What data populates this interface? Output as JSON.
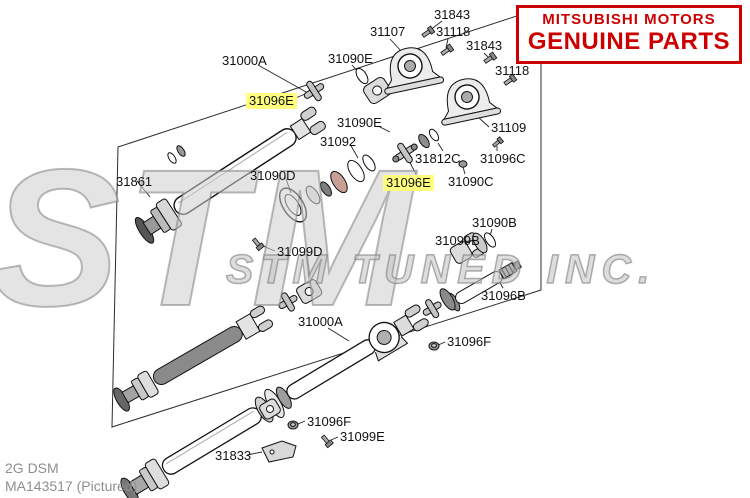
{
  "brand": {
    "line1": "MITSUBISHI MOTORS",
    "line2": "GENUINE PARTS",
    "color": "#cc0000"
  },
  "watermark": {
    "logo": "STM",
    "tagline": "STM TUNED INC."
  },
  "footer": {
    "model": "2G DSM",
    "ref": "MA143517  (Pictured)"
  },
  "diagram": {
    "highlight_color": "#ffff7d",
    "labels": [
      {
        "text": "31843",
        "highlight": false
      },
      {
        "text": "31107",
        "highlight": false
      },
      {
        "text": "31118",
        "highlight": false
      },
      {
        "text": "31843",
        "highlight": false
      },
      {
        "text": "31090E",
        "highlight": false
      },
      {
        "text": "31000A",
        "highlight": false
      },
      {
        "text": "31118",
        "highlight": false
      },
      {
        "text": "31096E",
        "highlight": true
      },
      {
        "text": "31090E",
        "highlight": false
      },
      {
        "text": "31092",
        "highlight": false
      },
      {
        "text": "31109",
        "highlight": false
      },
      {
        "text": "31812C",
        "highlight": false
      },
      {
        "text": "31096C",
        "highlight": false
      },
      {
        "text": "31861",
        "highlight": false
      },
      {
        "text": "31090D",
        "highlight": false
      },
      {
        "text": "31096E",
        "highlight": true
      },
      {
        "text": "31090C",
        "highlight": false
      },
      {
        "text": "31090B",
        "highlight": false
      },
      {
        "text": "31099B",
        "highlight": false
      },
      {
        "text": "31099D",
        "highlight": false
      },
      {
        "text": "31096B",
        "highlight": false
      },
      {
        "text": "31000A",
        "highlight": false
      },
      {
        "text": "31096F",
        "highlight": false
      },
      {
        "text": "31096F",
        "highlight": false
      },
      {
        "text": "31099E",
        "highlight": false
      },
      {
        "text": "31833",
        "highlight": false
      }
    ]
  }
}
